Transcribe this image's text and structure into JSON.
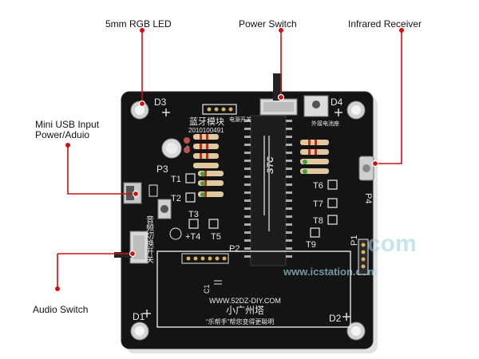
{
  "callouts": {
    "rgb_led": "5mm RGB LED",
    "power_switch": "Power Switch",
    "ir_receiver": "Infrared Receiver",
    "usb_line1": "Mini USB Input",
    "usb_line2": "Power/Aduio",
    "audio_switch": "Audio Switch"
  },
  "silkscreen": {
    "d3": "D3",
    "d4": "D4",
    "d1": "D1",
    "d2": "D2",
    "p1": "P1",
    "p2": "P2",
    "p3": "P3",
    "p4": "P4",
    "t1": "T1",
    "t2": "T2",
    "t3": "T3",
    "t4": "+T4",
    "t5": "T5",
    "t6": "T6",
    "t7": "T7",
    "t8": "T8",
    "t9": "T9",
    "c1": "C1",
    "bt_module": "蓝牙模块",
    "bt_date": "2010100491",
    "power_cn": "电源开关",
    "ext_battery": "外接电池座",
    "audio_cn": "音频切换开关",
    "url": "WWW.52DZ-DIY.COM",
    "tower_name": "小广州塔",
    "slogan": "“乐帮手”帮您变得更聪明",
    "chip": "STC"
  },
  "watermark": {
    "line1": "com",
    "line2": "www.icstation.com"
  },
  "colors": {
    "board": "#141414",
    "silk": "#e8e8e8",
    "pointer": "#d01010"
  }
}
